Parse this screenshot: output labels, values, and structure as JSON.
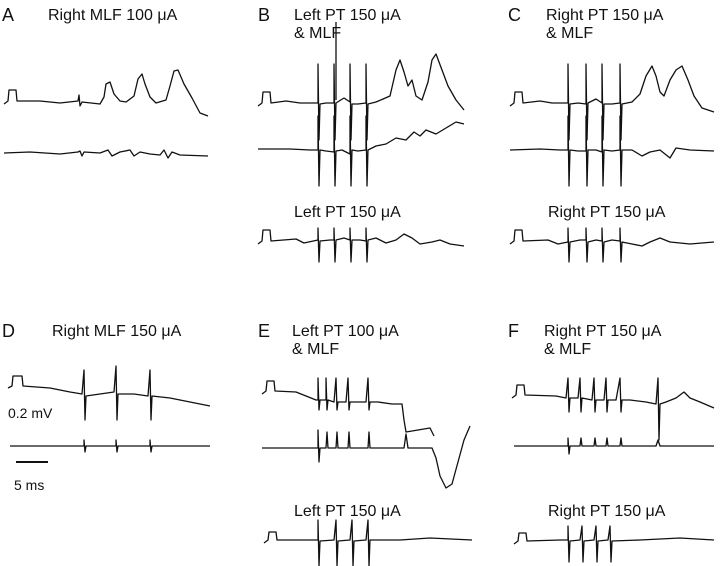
{
  "panels": {
    "a": {
      "letter": "A",
      "line1": "Right MLF 100 μA"
    },
    "b": {
      "letter": "B",
      "line1": "Left PT 150 μA",
      "line2": "& MLF",
      "sub": "Left PT 150 μA"
    },
    "c": {
      "letter": "C",
      "line1": "Right PT 150 μA",
      "line2": "& MLF",
      "sub": "Right PT 150 μA"
    },
    "d": {
      "letter": "D",
      "line1": "Right MLF 150 μA"
    },
    "e": {
      "letter": "E",
      "line1": "Left PT 100 μA",
      "line2": "& MLF",
      "sub": "Left PT 150 μA"
    },
    "f": {
      "letter": "F",
      "line1": "Right PT 150 μA",
      "line2": "& MLF",
      "sub": "Right PT 150 μA"
    }
  },
  "scale": {
    "voltage": "0.2 mV",
    "time": "5 ms"
  },
  "colors": {
    "trace": "#111111",
    "background": "#ffffff"
  }
}
